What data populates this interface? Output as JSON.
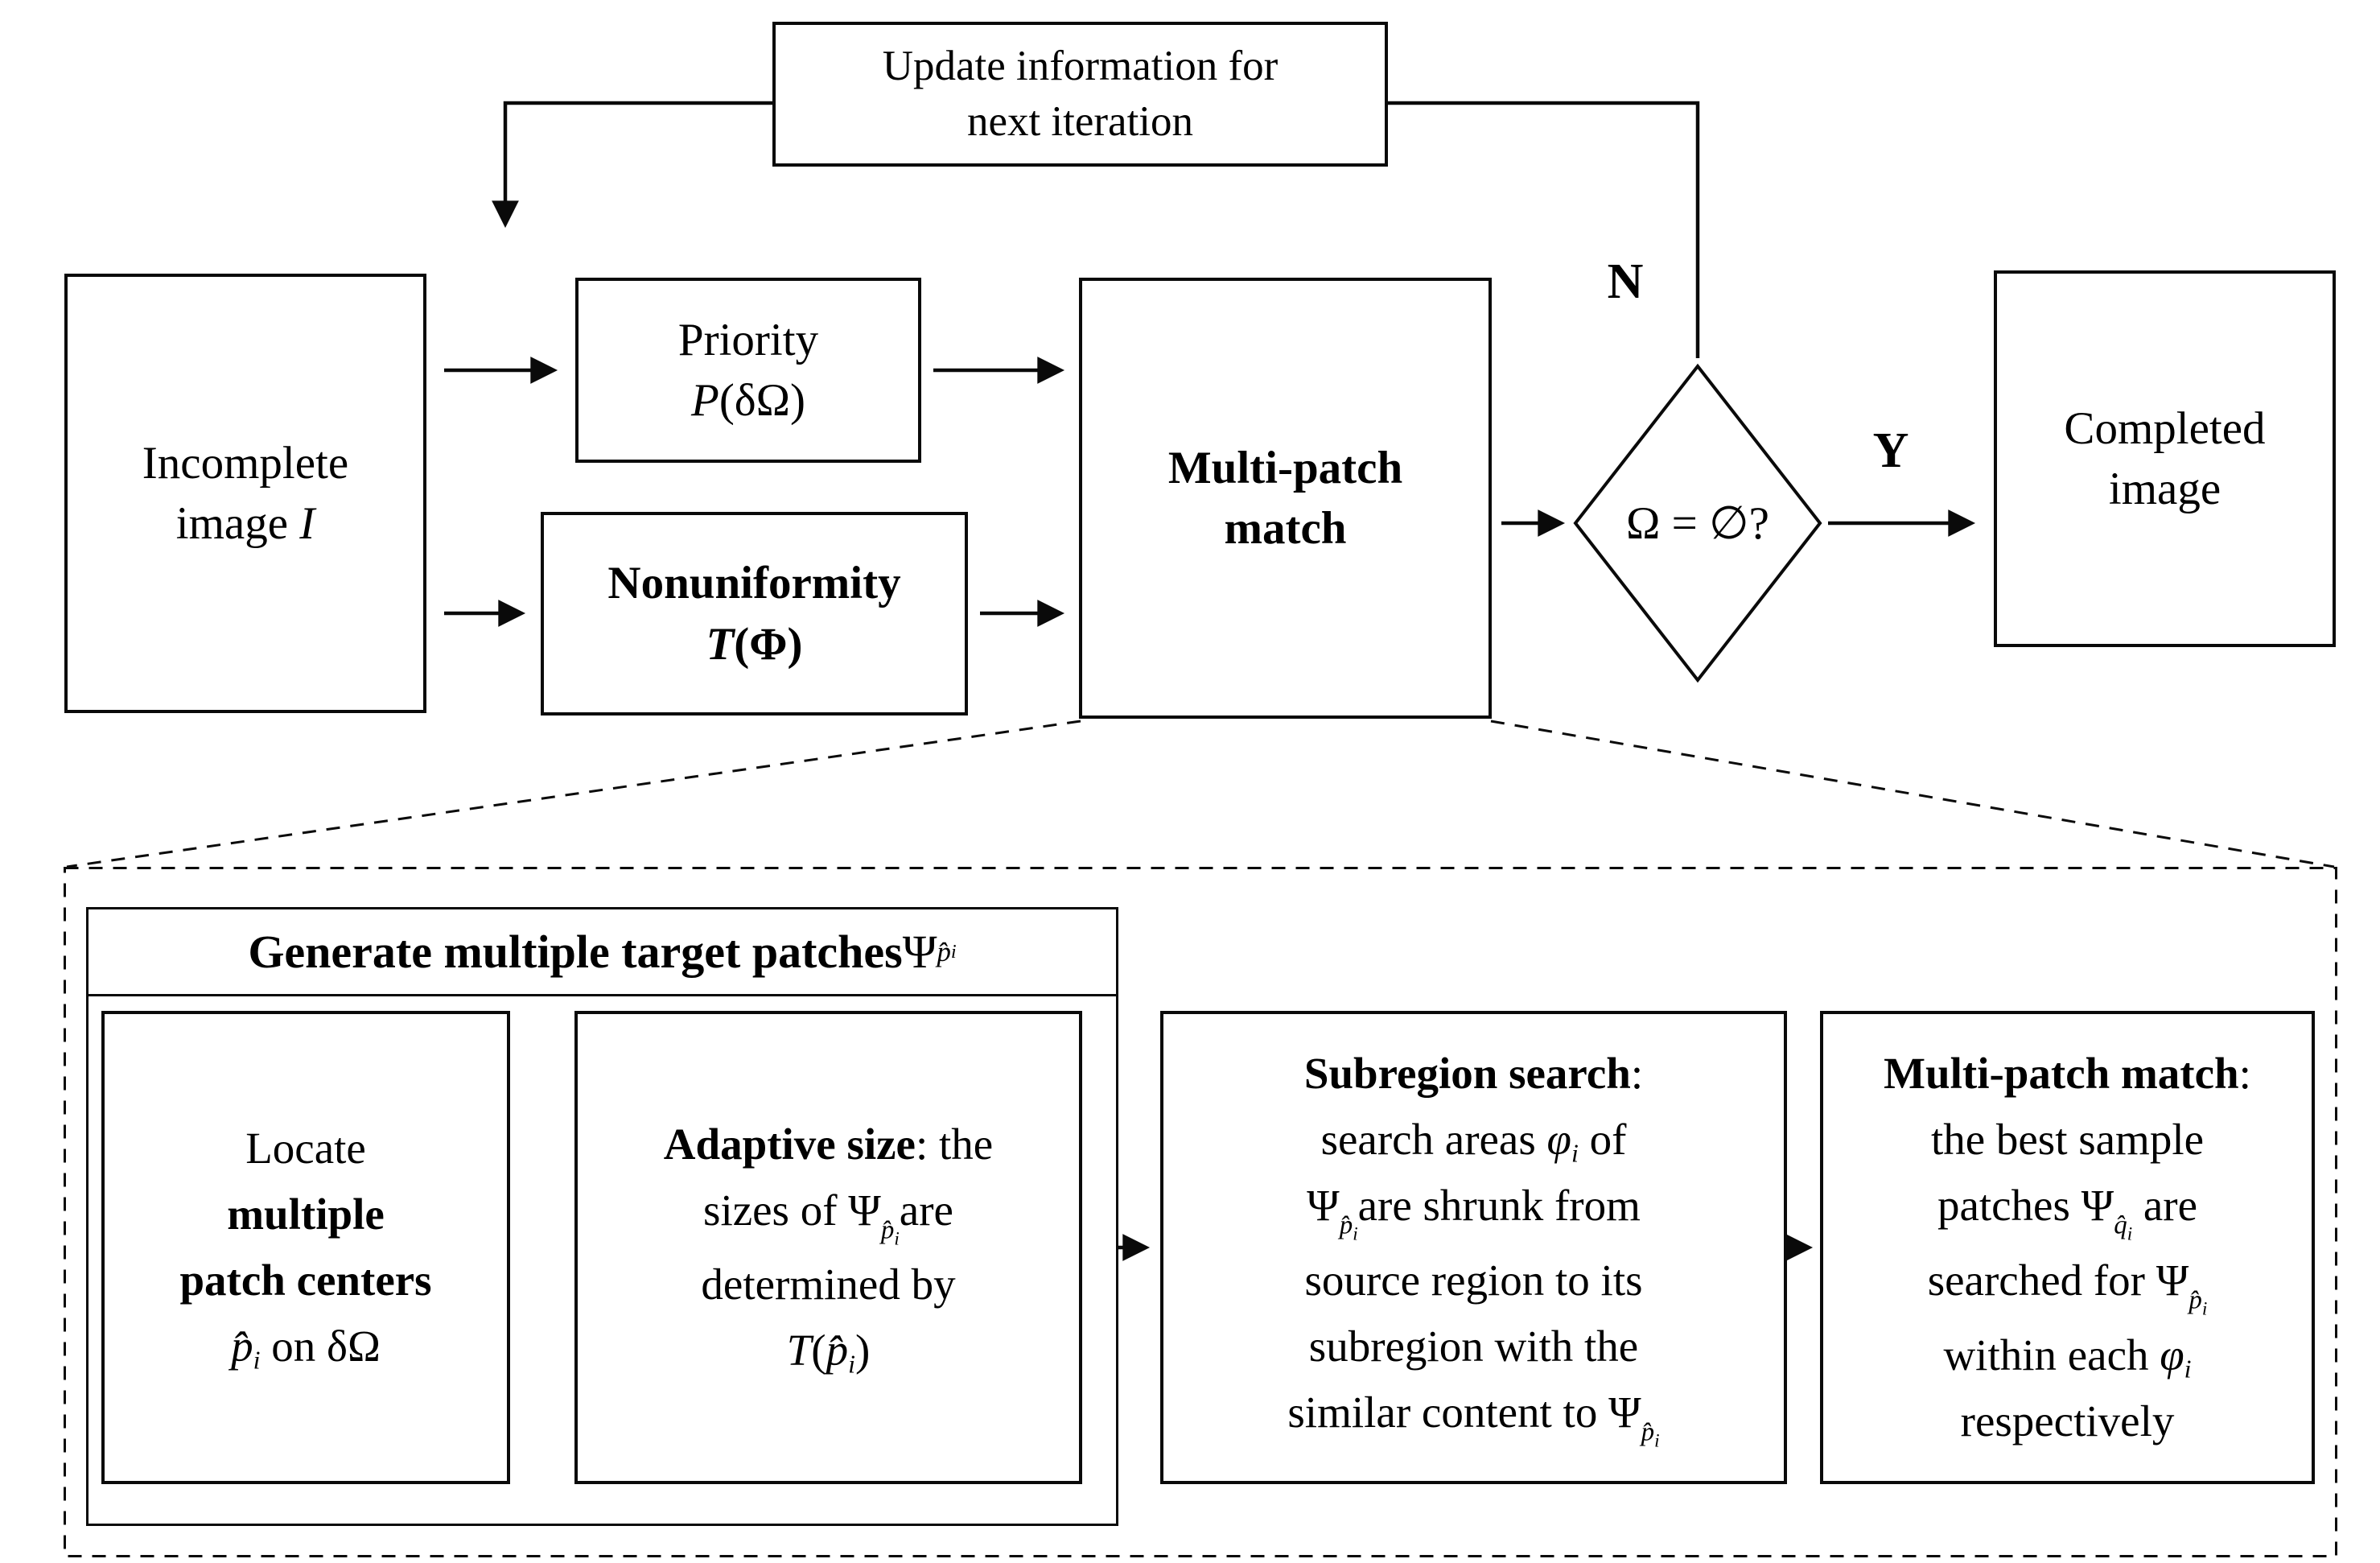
{
  "colors": {
    "ink": "#000000",
    "background": "#ffffff"
  },
  "top_flow": {
    "update_box": {
      "line1": "Update information for",
      "line2": "next iteration"
    },
    "incomplete_box": {
      "line1": "Incomplete",
      "line2a": "image ",
      "line2b": "I"
    },
    "priority_box": {
      "line1": "Priority",
      "line2a": "P",
      "line2b": "(δΩ)"
    },
    "nonuniformity_box": {
      "line1": "Nonuniformity",
      "line2a": "T",
      "line2b": "(Φ)"
    },
    "multipatch_box": {
      "line1": "Multi-patch",
      "line2": "match"
    },
    "decision": {
      "condition": "Ω = ∅?",
      "no_label": "N",
      "yes_label": "Y"
    },
    "completed_box": {
      "line1": "Completed",
      "line2": "image"
    }
  },
  "detail_flow": {
    "generate_header": {
      "a": "Generate multiple target patches ",
      "b": "Ψ",
      "c": "p̂",
      "d": "i"
    },
    "locate_box": {
      "l1": "Locate",
      "l2": "multiple",
      "l3": "patch centers",
      "l4a": "p̂",
      "l4b": "i",
      "l4c": " on δΩ"
    },
    "adaptive_box": {
      "l1a": "Adaptive size",
      "l1b": ": the",
      "l2a": "sizes of ",
      "l2b": "Ψ",
      "l2c": "p̂",
      "l2d": "i",
      "l2e": "are",
      "l3": "determined by",
      "l4a": "T",
      "l4b": "(",
      "l4c": "p̂",
      "l4d": "i",
      "l4e": ")"
    },
    "subregion_box": {
      "l1a": "Subregion search",
      "l1b": ":",
      "l2a": "search areas ",
      "l2b": "φ",
      "l2c": "i",
      "l2d": " of",
      "l3a": "Ψ",
      "l3b": "p̂",
      "l3c": "i",
      "l3d": "are shrunk from",
      "l4": "source region to its",
      "l5": "subregion with the",
      "l6a": "similar content to ",
      "l6b": "Ψ",
      "l6c": "p̂",
      "l6d": "i"
    },
    "match_box": {
      "l1a": "Multi-patch match",
      "l1b": ":",
      "l2": "the best sample",
      "l3a": "patches ",
      "l3b": "Ψ",
      "l3c": "q̂",
      "l3d": "i",
      "l3e": " are",
      "l4a": "searched for ",
      "l4b": "Ψ",
      "l4c": "p̂",
      "l4d": "i",
      "l5a": "within each ",
      "l5b": "φ",
      "l5c": "i",
      "l6": "respectively"
    }
  }
}
